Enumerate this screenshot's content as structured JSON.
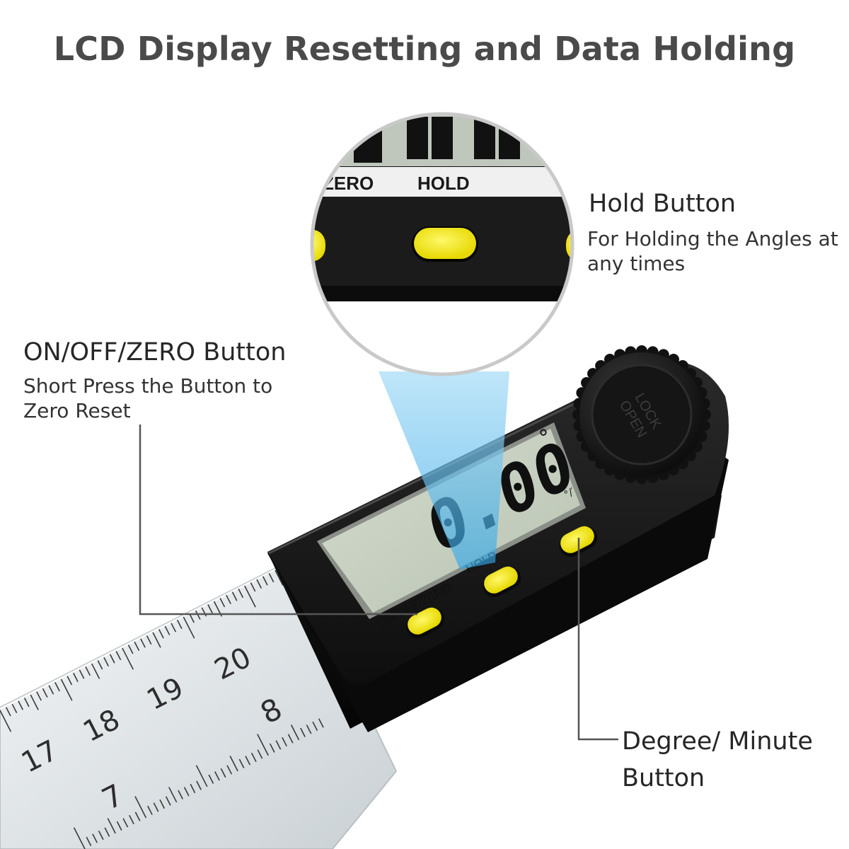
{
  "title": "LCD Display Resetting and Data Holding",
  "callouts": {
    "hold": {
      "title": "Hold Button",
      "description": "For Holding the Angles at any times"
    },
    "onoff": {
      "title": "ON/OFF/ZERO Button",
      "description": "Short Press the Button to Zero Reset"
    },
    "degree": {
      "title": "Degree/ Minute Button"
    }
  },
  "device": {
    "lcd_reading": "0.00",
    "degree_symbol": "°",
    "label_onoff": "ON/OFF/ZERO",
    "label_hold": "HOLD",
    "label_unit": "°/′",
    "knob_text_top": "LOCK",
    "knob_text_bottom": "OPEN",
    "zoom_label_zero": "ZERO",
    "zoom_label_hold": "HOLD"
  },
  "ruler": {
    "upper_numbers": [
      "20",
      "19",
      "18",
      "17"
    ],
    "lower_numbers": [
      "8",
      "7"
    ]
  },
  "colors": {
    "button_yellow": "#f2e500",
    "body_black": "#141414",
    "lcd_green": "#c6cfbf",
    "beam_blue": "#3fb3ee"
  }
}
